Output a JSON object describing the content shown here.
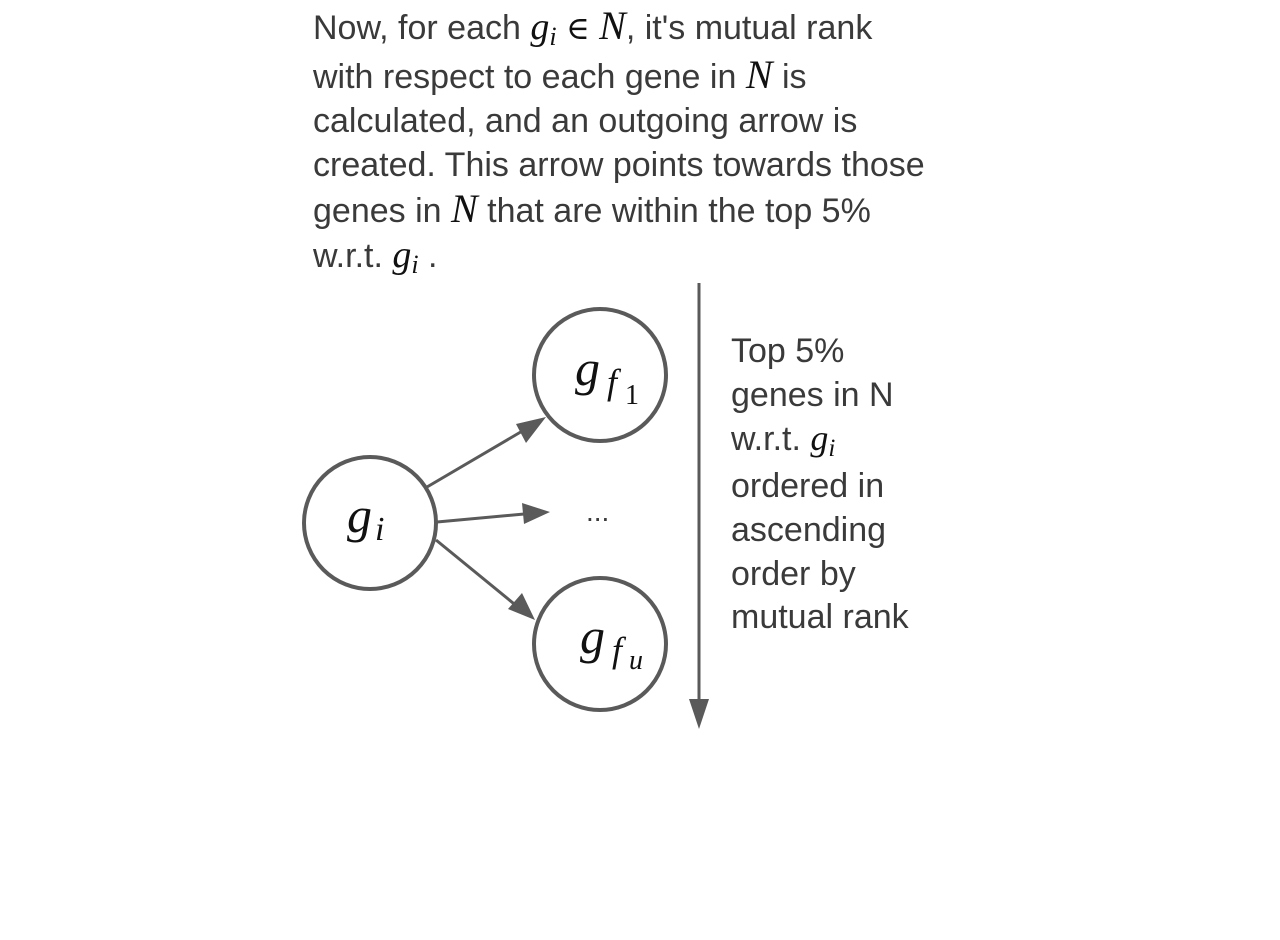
{
  "paragraph": {
    "l1_a": "Now, for each ",
    "g": "g",
    "i": "i",
    "in_sym": "∈",
    "N": "N",
    "l1_b": ", it's mutual rank",
    "l2_a": "with respect to each gene in ",
    "l2_b": " is",
    "l3": "calculated, and an outgoing arrow is",
    "l4": "created. This arrow points towards those",
    "l5_a": "genes in ",
    "l5_b": " that are within the top 5%",
    "l6_a": "w.r.t. ",
    "l6_b": " ."
  },
  "diagram": {
    "source_node": {
      "g": "g",
      "sub": "i"
    },
    "target_top": {
      "g": "g",
      "sub": "f",
      "subsub": "1"
    },
    "target_bottom": {
      "g": "g",
      "sub": "f",
      "subsub": "u"
    },
    "ellipsis": "...",
    "side_text": {
      "l1": "Top 5%",
      "l2": "genes in N",
      "l3_a": "w.r.t. ",
      "l3_g": "g",
      "l3_i": "i",
      "l4": "ordered in",
      "l5": "ascending",
      "l6": "order by",
      "l7": "mutual rank"
    }
  },
  "colors": {
    "stroke": "#5a5a5a",
    "text": "#3a3a3a",
    "math": "#111111"
  }
}
